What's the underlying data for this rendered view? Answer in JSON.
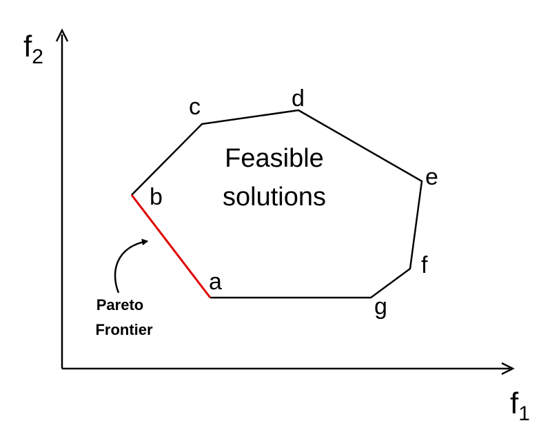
{
  "axes": {
    "x": {
      "main": "f",
      "sub": "1"
    },
    "y": {
      "main": "f",
      "sub": "2"
    }
  },
  "region_label": {
    "line1": "Feasible",
    "line2": "solutions"
  },
  "vertices": [
    {
      "id": "a",
      "label": "a"
    },
    {
      "id": "b",
      "label": "b"
    },
    {
      "id": "c",
      "label": "c"
    },
    {
      "id": "d",
      "label": "d"
    },
    {
      "id": "e",
      "label": "e"
    },
    {
      "id": "f",
      "label": "f"
    },
    {
      "id": "g",
      "label": "g"
    }
  ],
  "pareto_label": {
    "line1": "Pareto",
    "line2": "Frontier"
  },
  "colors": {
    "outline": "#000000",
    "pareto_edge": "#e00000"
  }
}
